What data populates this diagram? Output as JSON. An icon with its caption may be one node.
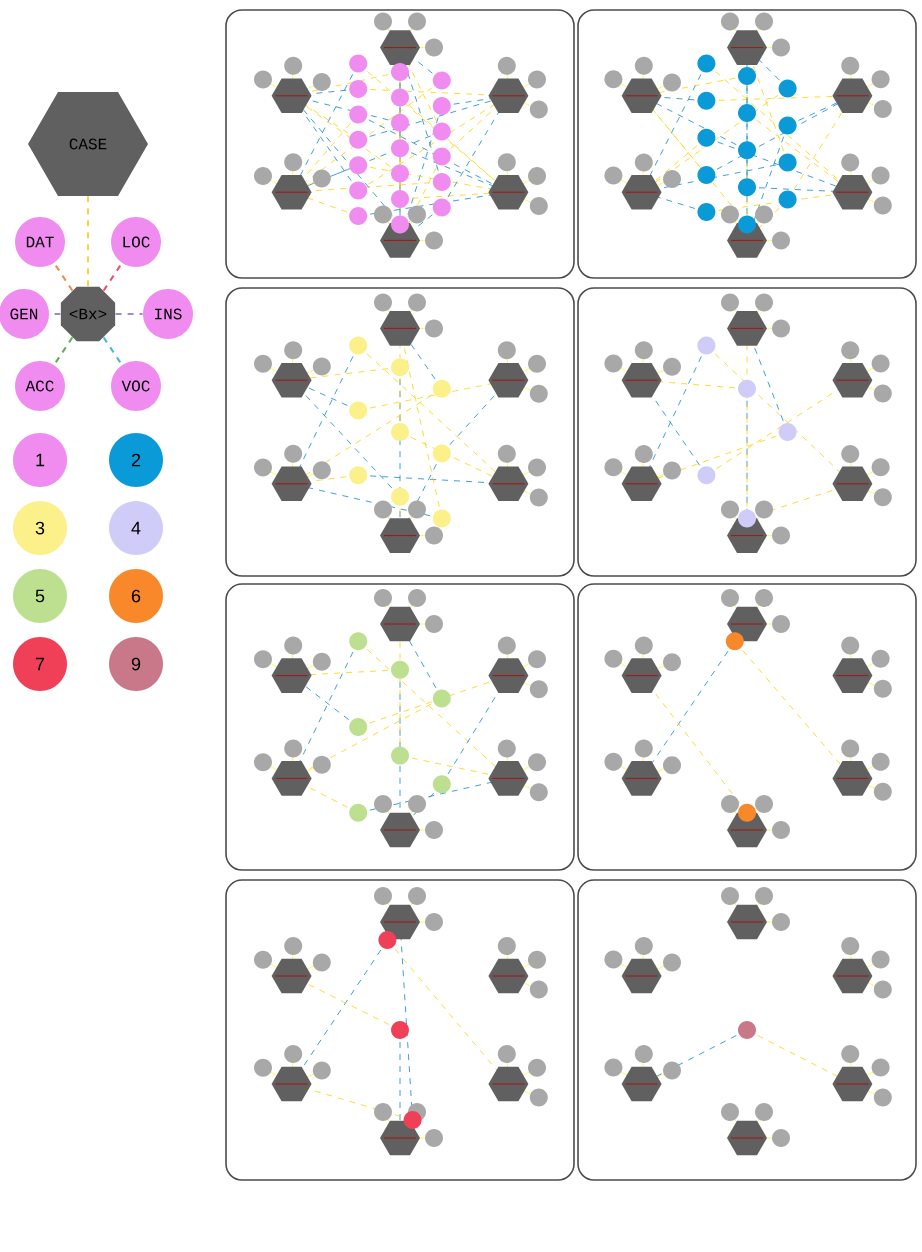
{
  "diagram": {
    "nodes": [
      {
        "text": [
          "CASE"
        ]
      },
      {
        "text": [
          "<Bx>"
        ]
      },
      {
        "text": [
          "DAT"
        ]
      },
      {
        "text": [
          "LOC"
        ]
      },
      {
        "text": [
          "GEN"
        ]
      },
      {
        "text": [
          "INS"
        ]
      },
      {
        "text": [
          "ACC"
        ]
      },
      {
        "text": [
          "VOC"
        ]
      },
      {
        "text": [],
        "shape": "picture"
      },
      {
        "text": [],
        "shape": "picture"
      },
      {
        "text": [],
        "shape": "picture"
      },
      {
        "text": [],
        "shape": "picture"
      },
      {
        "text": [],
        "shape": "picture"
      },
      {
        "text": [],
        "shape": "picture"
      },
      {
        "text": [],
        "shape": "picture"
      },
      {
        "text": [],
        "shape": "picture"
      }
    ],
    "edges": [
      {
        "from": 0,
        "to": 1,
        "arrow": "none",
        "style": "dashed",
        "color": "#f5d63d"
      },
      {
        "from": 1,
        "to": 2,
        "arrow": "none",
        "style": "dashed",
        "color": "#f0885a"
      },
      {
        "from": 1,
        "to": 3,
        "arrow": "none",
        "style": "dashed",
        "color": "#e8506e"
      },
      {
        "from": 1,
        "to": 4,
        "arrow": "none",
        "style": "dashed",
        "color": "#a08cc0"
      },
      {
        "from": 1,
        "to": 5,
        "arrow": "none",
        "style": "dashed",
        "color": "#a08cc0"
      },
      {
        "from": 1,
        "to": 6,
        "arrow": "none",
        "style": "dashed",
        "color": "#5ab050"
      },
      {
        "from": 1,
        "to": 7,
        "arrow": "none",
        "style": "dashed",
        "color": "#40b8e0"
      }
    ],
    "legend": [
      {
        "text": "1",
        "color": "#f08cf0"
      },
      {
        "text": "2",
        "color": "#0a9ad8"
      },
      {
        "text": "3",
        "color": "#fbf08a"
      },
      {
        "text": "4",
        "color": "#d0ccf8"
      },
      {
        "text": "5",
        "color": "#bde090"
      },
      {
        "text": "6",
        "color": "#f8882a"
      },
      {
        "text": "7",
        "color": "#f04058"
      },
      {
        "text": "9",
        "color": "#c87888"
      }
    ]
  }
}
